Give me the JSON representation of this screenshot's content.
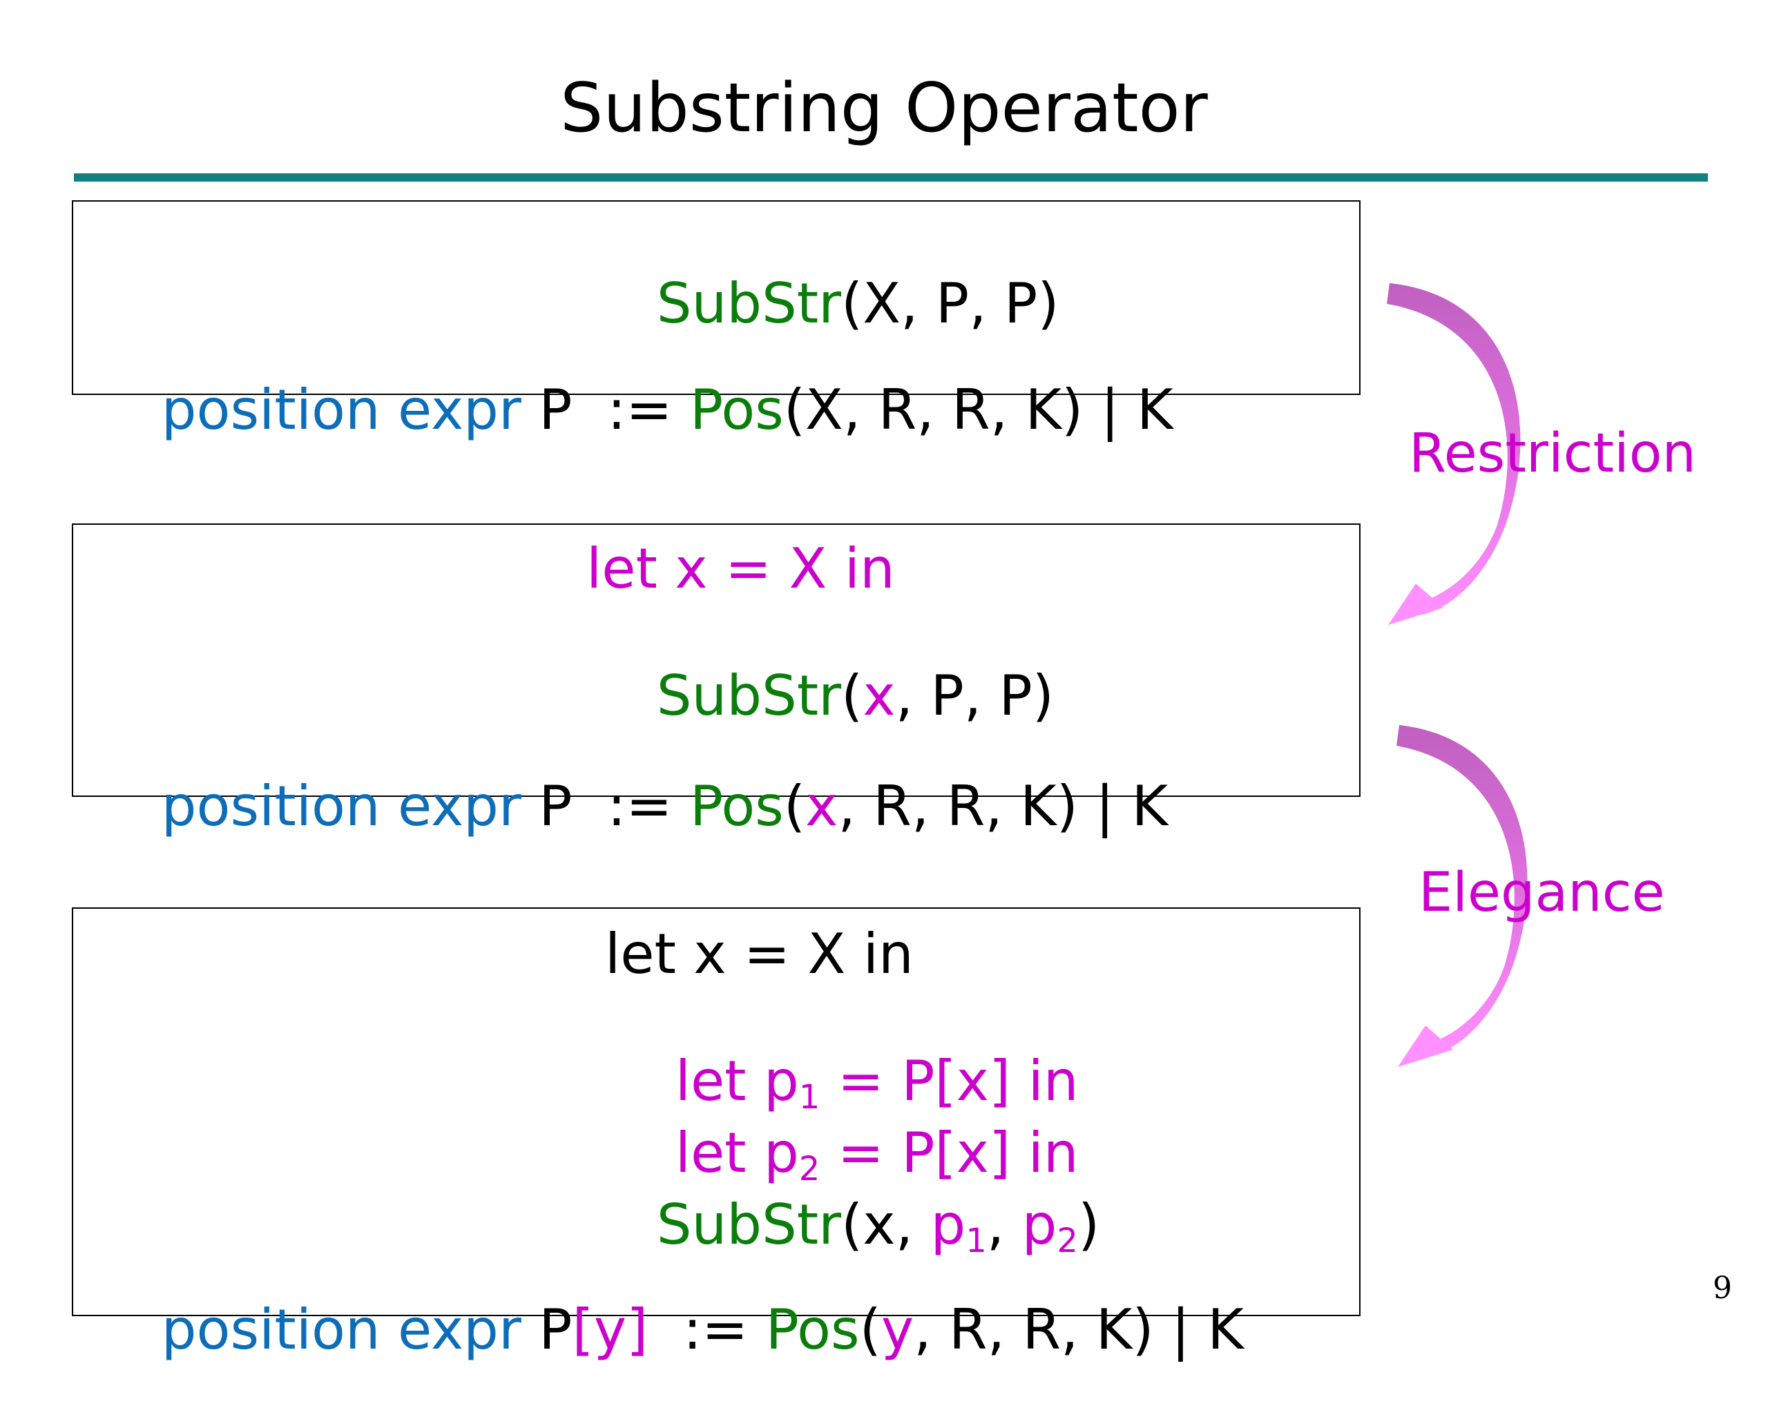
{
  "slide": {
    "title": "Substring Operator",
    "page_number": "9"
  },
  "box1": {
    "substr_fn": "SubStr",
    "substr_args": "(X, P, P)",
    "pos_label": "position expr",
    "pos_var": " P",
    "pos_def": "  := ",
    "pos_fn": "Pos",
    "pos_args": "(X, R, R, K) | K"
  },
  "box2": {
    "let_line": "let x = X in",
    "substr_fn": "SubStr",
    "substr_open": "(",
    "substr_x": "x",
    "substr_rest": ", P, P)",
    "pos_label": "position expr",
    "pos_var": " P",
    "pos_def": "  := ",
    "pos_fn": "Pos",
    "pos_open": "(",
    "pos_x": "x",
    "pos_rest": ", R, R, K) | K"
  },
  "box3": {
    "let_x_line": "let x = X in",
    "let_p": "let p",
    "sub1": "1",
    "sub2": "2",
    "let_p_rest": " = P[x] in",
    "substr_fn": "SubStr",
    "substr_open": "(x, ",
    "p": "p",
    "comma": ", ",
    "close": ")",
    "pos_label": "position expr",
    "pos_var": " P",
    "pos_var_idx": "[y]",
    "pos_def": "  := ",
    "pos_fn": "Pos",
    "pos_open": "(",
    "pos_y": "y",
    "pos_rest": ", R, R, K) | K"
  },
  "arrows": {
    "restriction_label": "Restriction",
    "elegance_label": "Elegance"
  },
  "colors": {
    "rule": "#118080",
    "function": "#0a7d0a",
    "keyword": "#0d6db8",
    "highlight": "#cc00cc",
    "arrow": "#e680e6"
  }
}
